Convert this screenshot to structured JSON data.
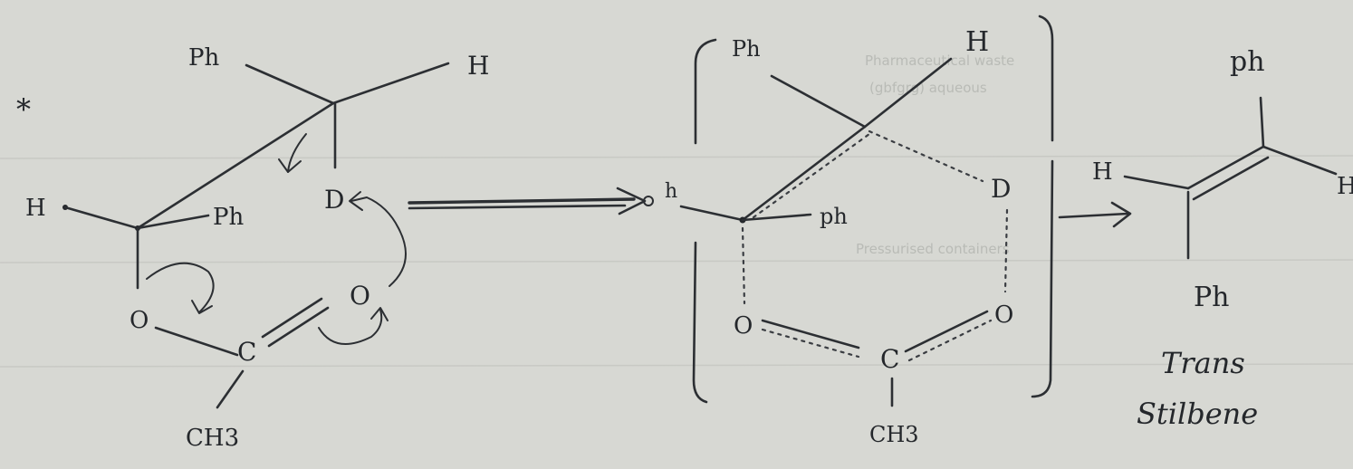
{
  "labels": {
    "star": "*",
    "ph": "Ph",
    "ph_lower": "ph",
    "h": "H",
    "h_lower": "h",
    "d": "D",
    "o": "O",
    "c": "C",
    "ch3": "CH3",
    "trans": "Trans",
    "stilbene": "Stilbene"
  },
  "background_text": {
    "line1": "Pharmaceutical waste",
    "line2": "(gbfgrg) aqueous",
    "line3": "Pressurised containers"
  },
  "colors": {
    "paper": "#d7d8d3",
    "ink": "#2c2f33",
    "faint": "#b9bbb6"
  }
}
